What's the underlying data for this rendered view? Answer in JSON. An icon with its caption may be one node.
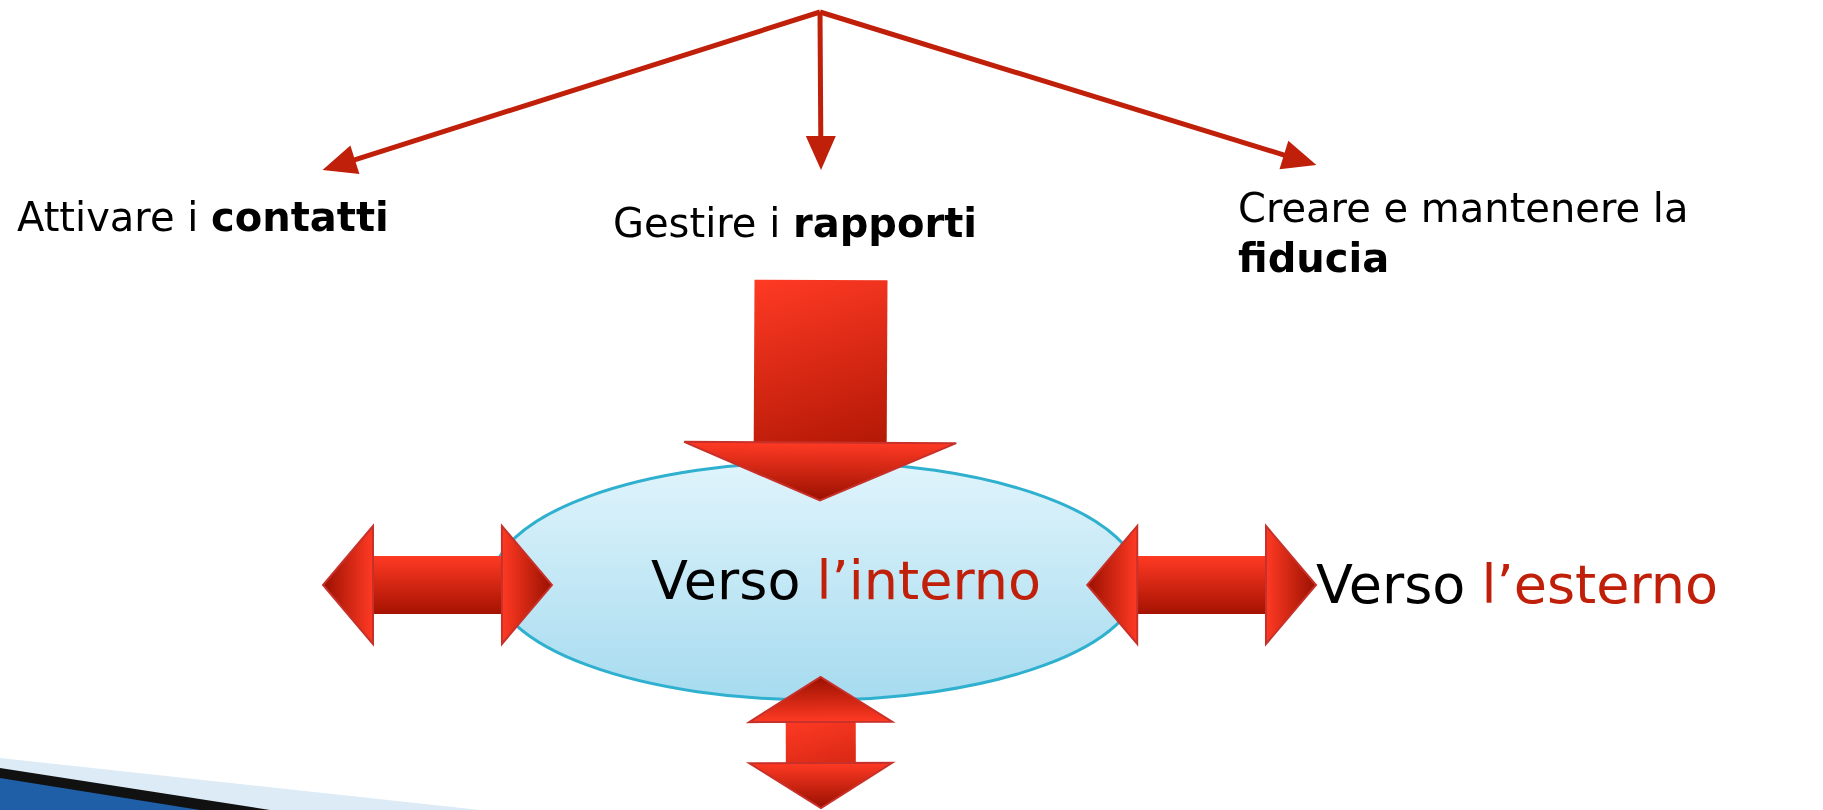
{
  "diagram": {
    "nodes": [
      {
        "text": [
          "Attivare i **contatti**"
        ]
      },
      {
        "text": [
          "Gestire i **rapporti**"
        ]
      },
      {
        "text": [
          "Creare e mantenere la **fiducia**"
        ]
      },
      {
        "text": [
          "Verso",
          "l’interno"
        ]
      },
      {
        "text": [
          "Verso",
          "l’esterno"
        ]
      }
    ],
    "edges": [
      {
        "from": null,
        "to": 0,
        "arrow": "to"
      },
      {
        "from": null,
        "to": 1,
        "arrow": "to"
      },
      {
        "from": null,
        "to": 2,
        "arrow": "to"
      },
      {
        "from": 1,
        "to": 3,
        "arrow": "to",
        "style": "thick"
      },
      {
        "from": null,
        "to": 3,
        "arrow": "both",
        "style": "thick"
      },
      {
        "from": 3,
        "to": 4,
        "arrow": "both",
        "style": "thick"
      },
      {
        "from": 3,
        "to": null,
        "arrow": "both",
        "style": "thick"
      }
    ]
  }
}
